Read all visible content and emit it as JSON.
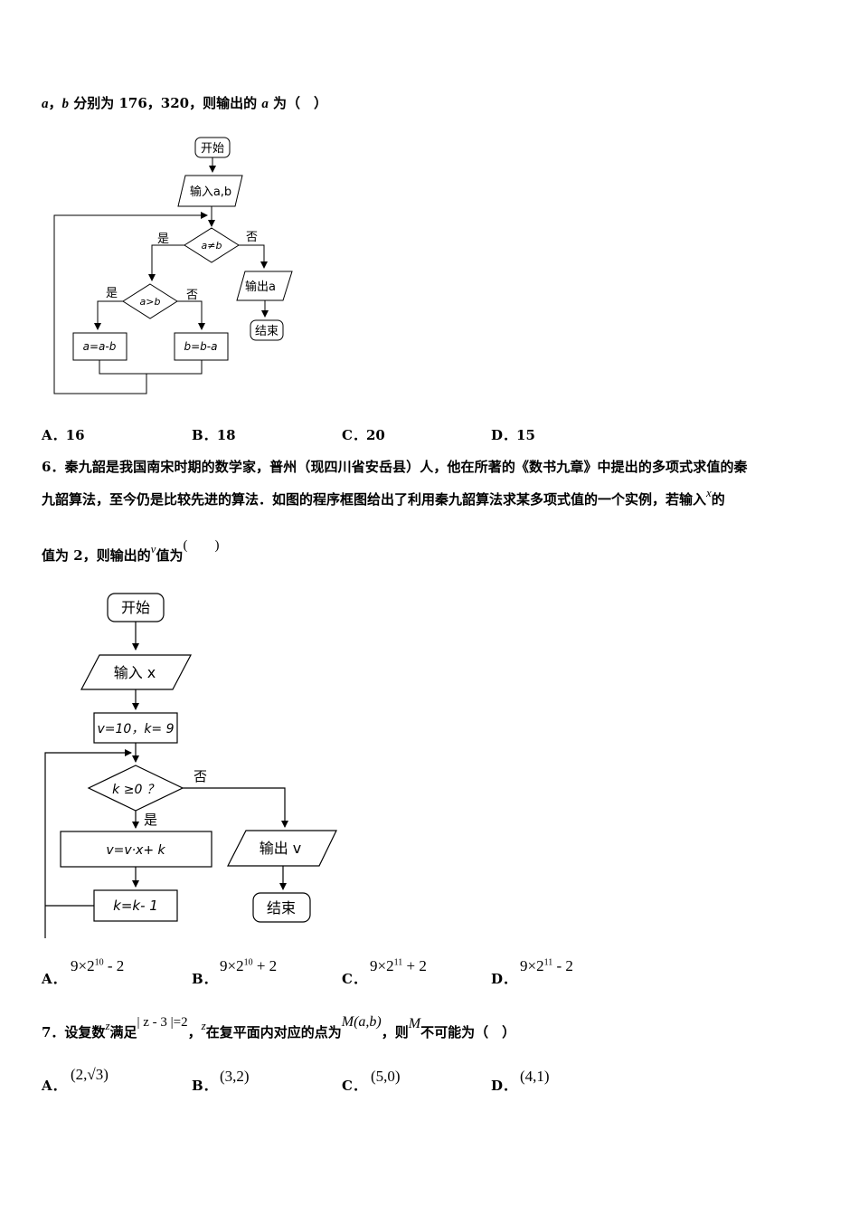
{
  "q5": {
    "stem_a": "a",
    "stem_sep": "，",
    "stem_b": "b",
    "stem_mid": " 分别为 176，320，则输出的 ",
    "stem_a2": "a",
    "stem_end": " 为（　）",
    "flow": {
      "start": "开始",
      "input": "输入a,b",
      "cond1": "a≠b",
      "yes1": "是",
      "no1": "否",
      "output": "输出a",
      "end": "结束",
      "cond2": "a>b",
      "yes2": "是",
      "no2": "否",
      "assign_a": "a=a-b",
      "assign_b": "b=b-a"
    },
    "options": [
      {
        "letter": "A．",
        "value": "16"
      },
      {
        "letter": "B．",
        "value": "18"
      },
      {
        "letter": "C．",
        "value": "20"
      },
      {
        "letter": "D．",
        "value": "15"
      }
    ]
  },
  "q6": {
    "line1": "6．秦九韶是我国南宋时期的数学家，普州（现四川省安岳县）人，他在所著的《数书九章》中提出的多项式求值的秦",
    "line2_a": "九韶算法，至今仍是比较先进的算法．如图的程序框图给出了利用秦九韶算法求某多项式值的一个实例，若输入",
    "line2_var": "x",
    "line2_b": "的",
    "line3_a": "值为 2，则输出的",
    "line3_var": "v",
    "line3_b": "值为",
    "line3_paren": "(　　)",
    "flow": {
      "start": "开始",
      "input": "输入 x",
      "init": "v=10，k= 9",
      "cond": "k ≥0 ？",
      "no": "否",
      "yes": "是",
      "update": "v=v·x+ k",
      "decrement": "k=k- 1",
      "output": "输出 v",
      "end": "结束"
    },
    "options": [
      {
        "letter": "A．",
        "base": "9×2",
        "exp": "10",
        "tail": " - 2"
      },
      {
        "letter": "B．",
        "base": "9×2",
        "exp": "10",
        "tail": " + 2"
      },
      {
        "letter": "C．",
        "base": "9×2",
        "exp": "11",
        "tail": " + 2"
      },
      {
        "letter": "D．",
        "base": "9×2",
        "exp": "11",
        "tail": " - 2"
      }
    ]
  },
  "q7": {
    "prefix": "7．设复数",
    "var_z": "z",
    "mid1": "满足",
    "modulus": "| z - 3 |=2",
    "comma": "，",
    "var_z2": "z",
    "mid2": "在复平面内对应的点为",
    "point": "M(a,b)",
    "mid3": "，则",
    "var_M": "M",
    "end": "不可能为（　）",
    "options": [
      {
        "letter": "A．",
        "value": "(2,√3)"
      },
      {
        "letter": "B．",
        "value": "(3,2)"
      },
      {
        "letter": "C．",
        "value": "(5,0)"
      },
      {
        "letter": "D．",
        "value": "(4,1)"
      }
    ]
  }
}
